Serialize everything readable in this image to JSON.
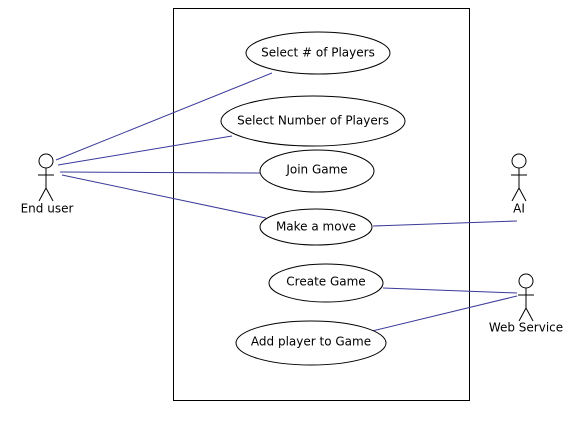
{
  "diagram": {
    "type": "use-case",
    "actors": [
      {
        "id": "end-user",
        "label": "End user"
      },
      {
        "id": "ai",
        "label": "AI"
      },
      {
        "id": "web-service",
        "label": "Web Service"
      }
    ],
    "use_cases": [
      {
        "id": "select-num-players-short",
        "label": "Select # of Players"
      },
      {
        "id": "select-number-of-players",
        "label": "Select Number of Players"
      },
      {
        "id": "join-game",
        "label": "Join Game"
      },
      {
        "id": "make-a-move",
        "label": "Make a move"
      },
      {
        "id": "create-game",
        "label": "Create Game"
      },
      {
        "id": "add-player-to-game",
        "label": "Add player to Game"
      }
    ],
    "associations": [
      {
        "actor": "end-user",
        "use_case": "select-num-players-short"
      },
      {
        "actor": "end-user",
        "use_case": "select-number-of-players"
      },
      {
        "actor": "end-user",
        "use_case": "join-game"
      },
      {
        "actor": "end-user",
        "use_case": "make-a-move"
      },
      {
        "actor": "ai",
        "use_case": "make-a-move"
      },
      {
        "actor": "web-service",
        "use_case": "create-game"
      },
      {
        "actor": "web-service",
        "use_case": "add-player-to-game"
      }
    ],
    "colors": {
      "association_line": "#3a3a9a",
      "outline": "#000000",
      "background": "#ffffff"
    }
  }
}
